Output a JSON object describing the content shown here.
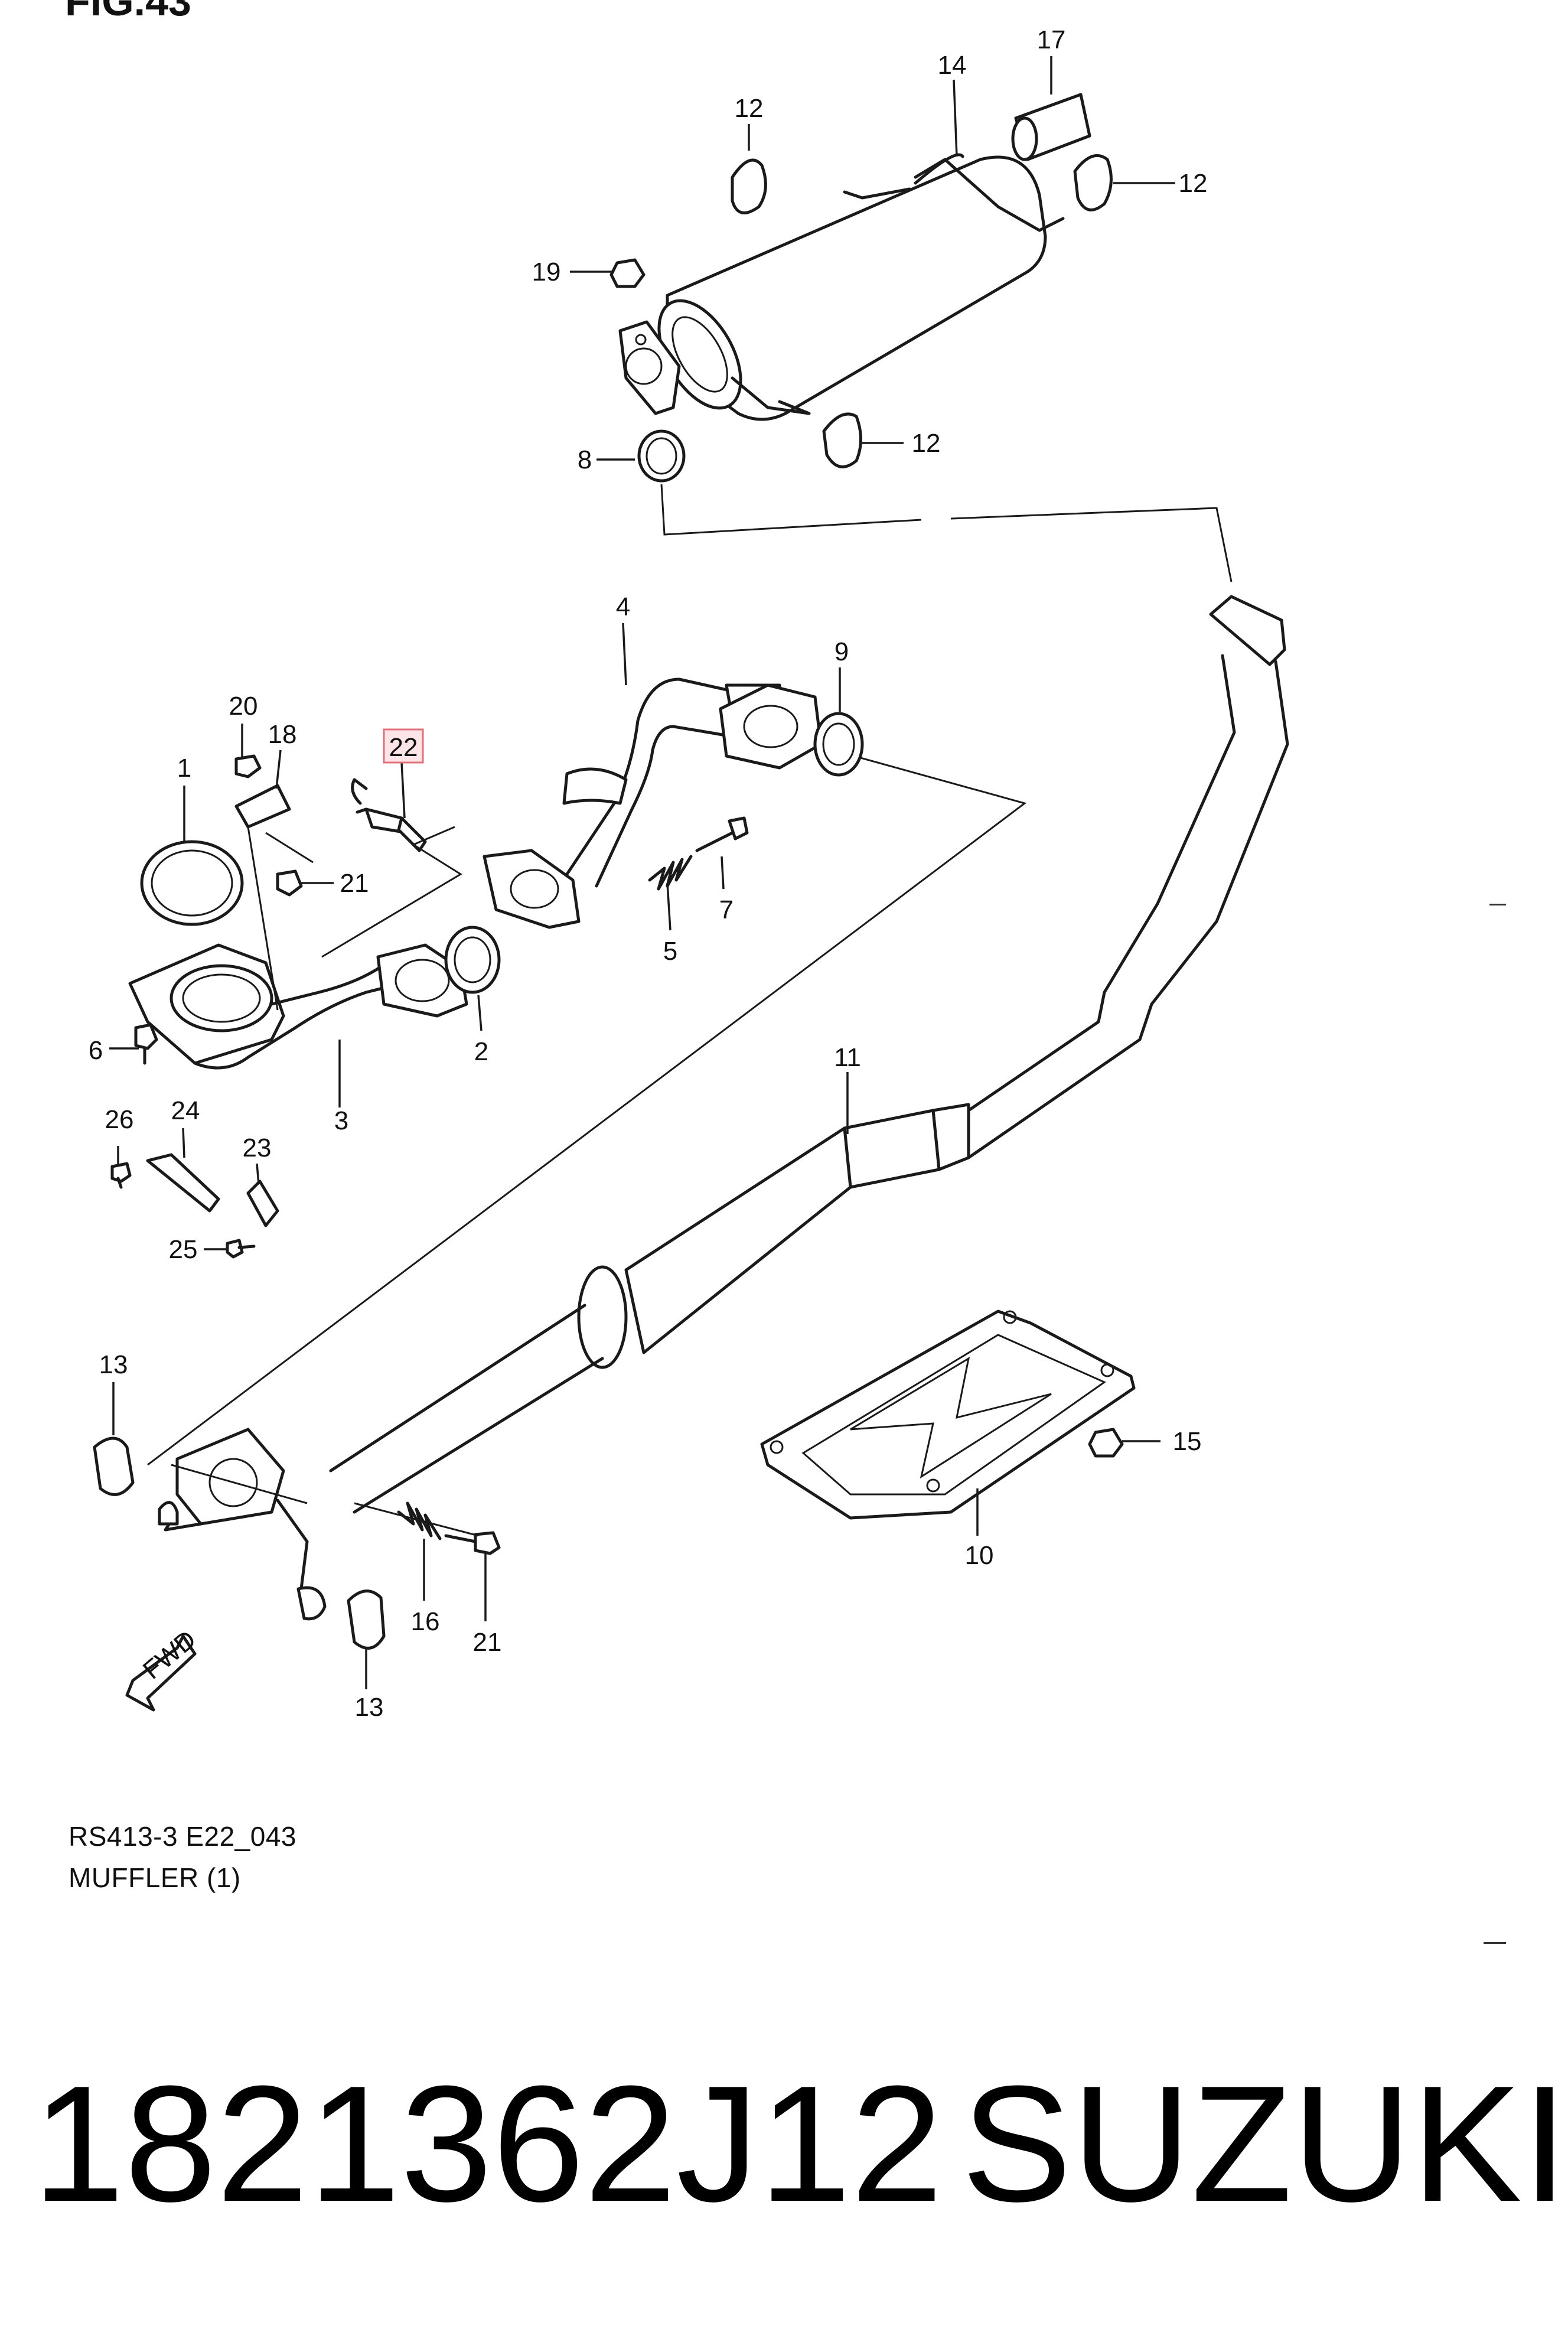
{
  "figure": {
    "header": "FIG.43",
    "code": "RS413-3 E22_043",
    "title": "MUFFLER (1)"
  },
  "callouts": [
    "1",
    "2",
    "3",
    "4",
    "5",
    "6",
    "7",
    "8",
    "9",
    "10",
    "11",
    "12",
    "12",
    "12",
    "13",
    "13",
    "14",
    "15",
    "16",
    "17",
    "18",
    "19",
    "20",
    "21",
    "21",
    "22",
    "23",
    "24",
    "25",
    "26"
  ],
  "highlighted_callout": "22",
  "fwd_label": "FWD",
  "bottom": {
    "part_number": "1821362J12",
    "brand": "SUZUKI"
  },
  "colors": {
    "highlight_fill": "#fde4e6",
    "highlight_stroke": "#e0707a",
    "line": "#1a1a1a"
  }
}
